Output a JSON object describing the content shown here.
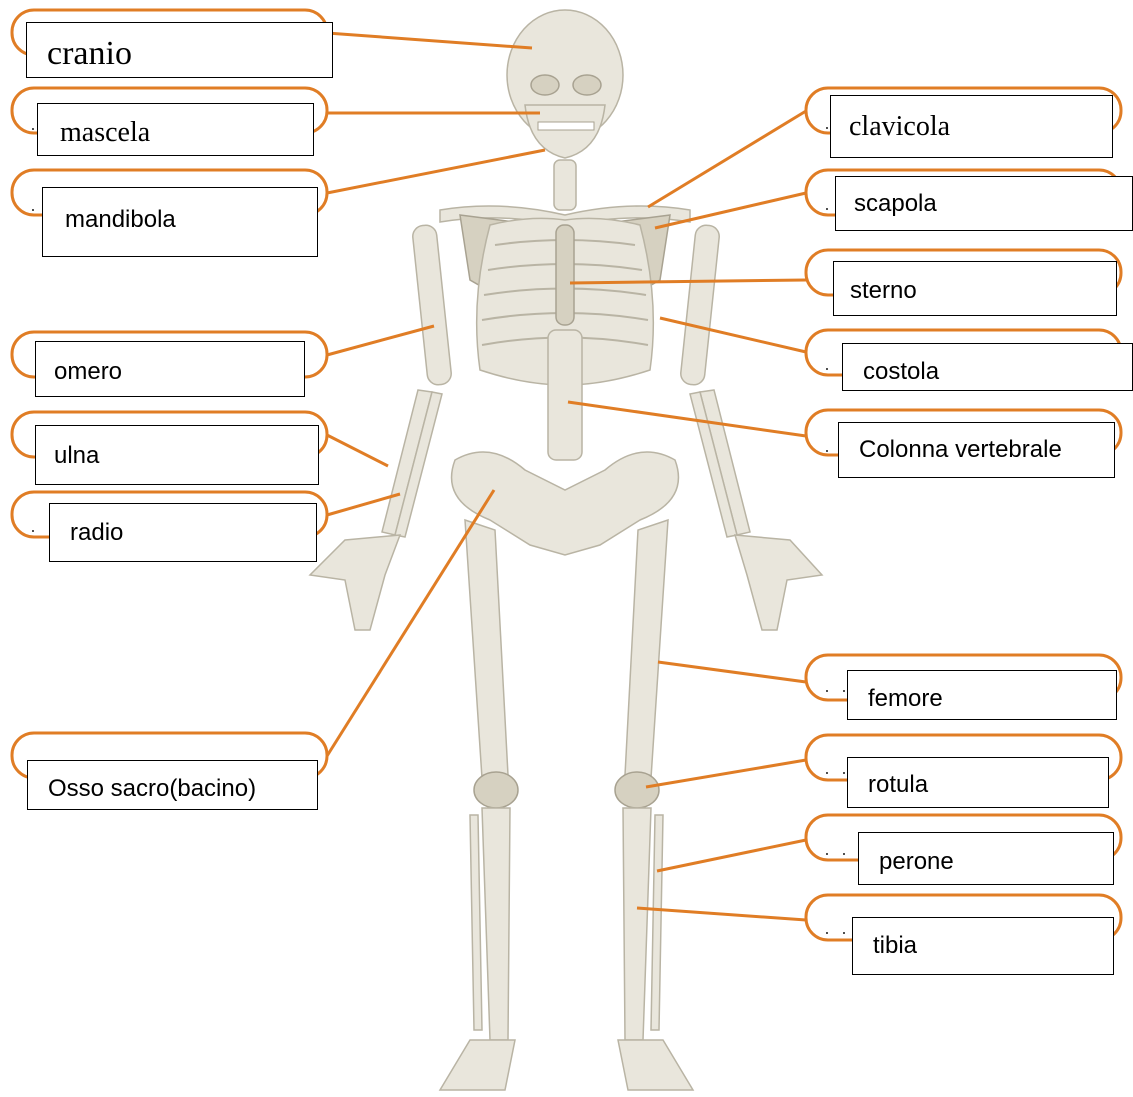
{
  "labels": {
    "cranio": "cranio",
    "mascela": "mascela",
    "mandibola": "mandibola",
    "omero": "omero",
    "ulna": "ulna",
    "radio": "radio",
    "osso_sacro": "Osso sacro(bacino)",
    "clavicola": "clavicola",
    "scapola": "scapola",
    "sterno": "sterno",
    "costola": "costola",
    "colonna": "Colonna vertebrale",
    "femore": "femore",
    "rotula": "rotula",
    "perone": "perone",
    "tibia": "tibia"
  },
  "placeholder_dots": "· ·",
  "colors": {
    "leader": "#e07d25",
    "bone": "#e9e6dc",
    "bone_outline": "#b9b4a4"
  }
}
